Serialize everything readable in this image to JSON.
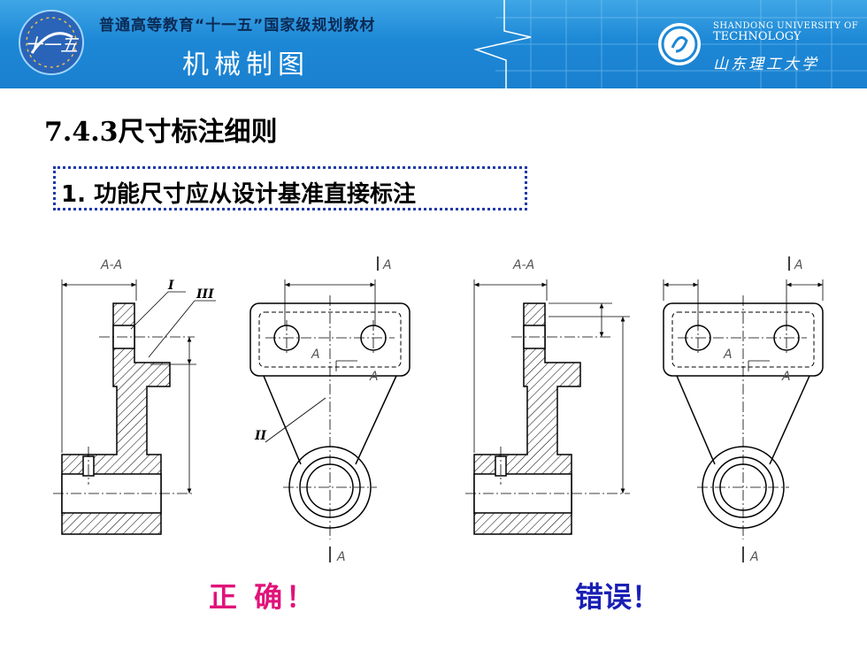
{
  "header": {
    "series_title": "普通高等教育“十一五”国家级规划教材",
    "book_title": "机械制图",
    "logo_text": "十一五",
    "university_en_line1": "SHANDONG UNIVERSITY OF",
    "university_en_line2": "TECHNOLOGY",
    "university_cn": "山东理工大学"
  },
  "section": {
    "number_title": "7.4.3尺寸标注细则",
    "rule": "1. 功能尺寸应从设计基准直接标注"
  },
  "drawing_labels": {
    "section_view": "A-A",
    "cut_letter": "A",
    "datum_1": "I",
    "datum_2": "II",
    "datum_3": "III"
  },
  "verdicts": {
    "correct": "正 确！",
    "wrong": "错误！"
  },
  "colors": {
    "banner": "#1d88d6",
    "correct": "#e0137a",
    "wrong": "#1a1fb5",
    "rule_border": "#1d3aa8"
  }
}
